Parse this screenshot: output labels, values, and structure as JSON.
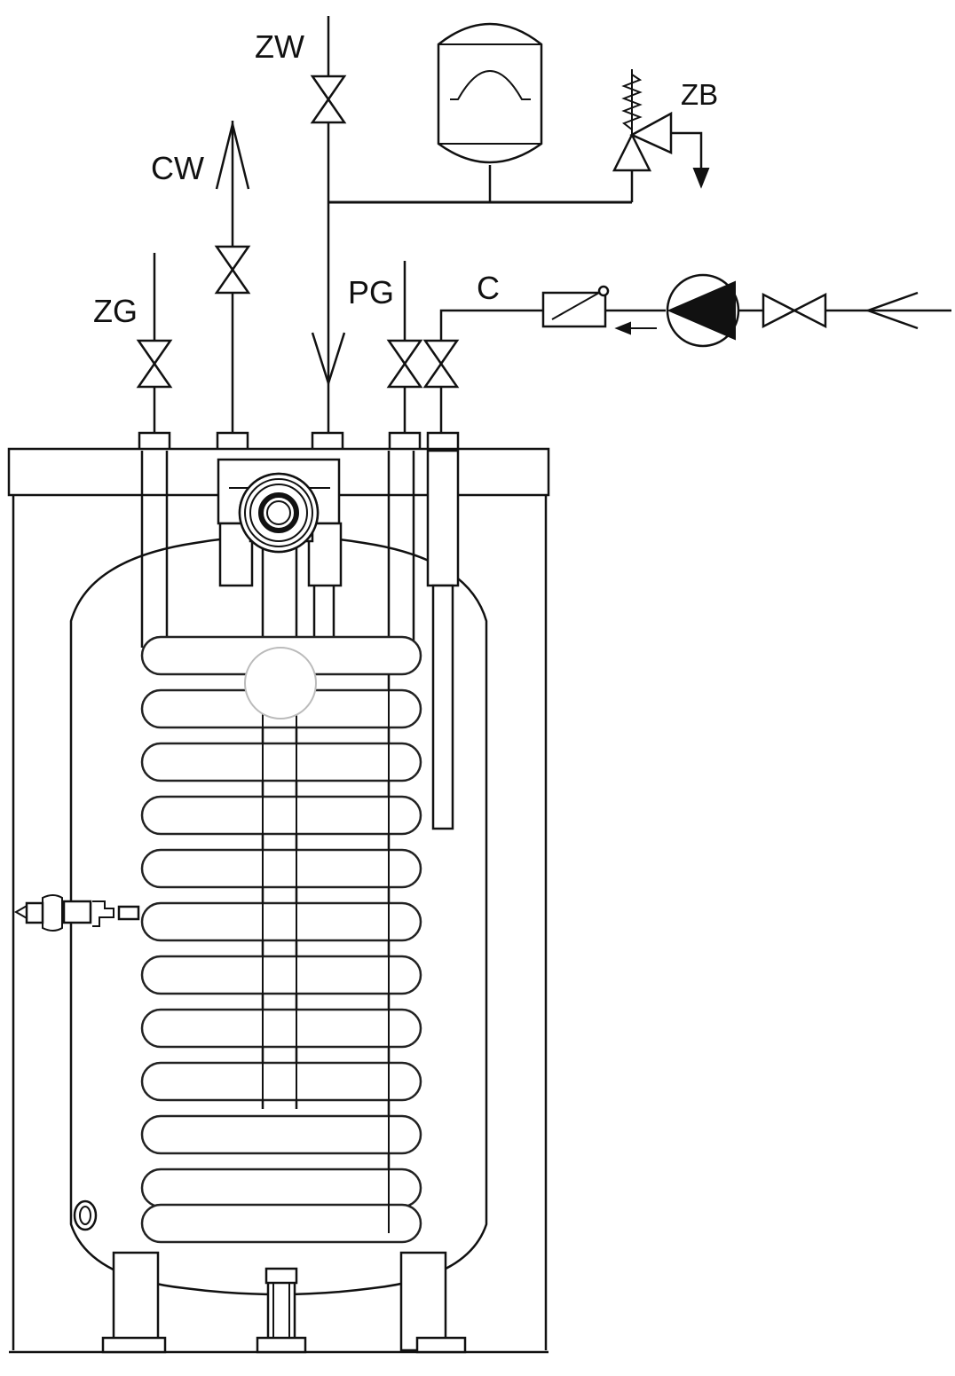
{
  "labels": {
    "zw": "ZW",
    "cw": "CW",
    "zg": "ZG",
    "pg": "PG",
    "c": "C",
    "zb": "ZB"
  },
  "colors": {
    "stroke": "#111111",
    "background": "#ffffff"
  },
  "icons": [
    "gate-valve-icon",
    "expansion-vessel-icon",
    "safety-valve-icon",
    "circulation-pump-icon",
    "check-valve-icon",
    "flow-arrow-icon"
  ]
}
